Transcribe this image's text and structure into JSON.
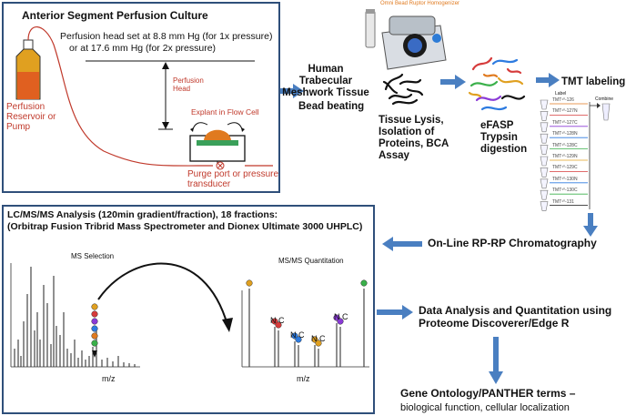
{
  "perfusion_box": {
    "title": "Anterior Segment Perfusion Culture",
    "head_line1": "Perfusion head set at 8.8 mm Hg (for 1x pressure)",
    "head_line2": "or at 17.6 mm Hg (for 2x pressure)",
    "perfusion_head_label": "Perfusion Head",
    "explant_label": "Explant in Flow Cell",
    "reservoir_label": "Perfusion Reservoir or Pump",
    "purge_label": "Purge port or pressure transducer"
  },
  "homogenizer_label": "Omni Bead Ruptor Homogenizer",
  "htm_label": "Human Trabecular Meshwork Tissue",
  "bead_beating_label": "Bead beating",
  "tissue_lysis_label": "Tissue Lysis, Isolation of Proteins, BCA Assay",
  "efasp_label": "eFASP Trypsin digestion",
  "tmt_label": "TMT labeling",
  "tmt_tubes": {
    "header": "Label",
    "combine": "Combine",
    "labels": [
      "TMT¹⁰-126",
      "TMT¹⁰-127N",
      "TMT¹⁰-127C",
      "TMT¹⁰-128N",
      "TMT¹⁰-128C",
      "TMT¹⁰-129N",
      "TMT¹⁰-129C",
      "TMT¹⁰-130N",
      "TMT¹⁰-130C",
      "TMT¹⁰-131"
    ]
  },
  "lcms_box": {
    "title_line1": "LC/MS/MS Analysis (120min gradient/fraction), 18 fractions:",
    "title_line2": "(Orbitrap Fusion Tribrid Mass Spectrometer and Dionex Ultimate 3000 UHPLC)",
    "ms_selection": "MS Selection",
    "msms_quant": "MS/MS Quantitation",
    "xlabel": "m/z",
    "nc": "N C"
  },
  "online_label": "On-Line RP-RP Chromatography",
  "data_analysis_label": "Data Analysis and Quantitation using Proteome Discoverer/Edge R",
  "go_label": "Gene Ontology/PANTHER terms –",
  "go_sub_label": "biological function, cellular localization",
  "colors": {
    "box_border": "#2f4f7a",
    "arrow": "#4a7fc1",
    "tube": "#e07a1f",
    "red_line": "#c0392b"
  }
}
